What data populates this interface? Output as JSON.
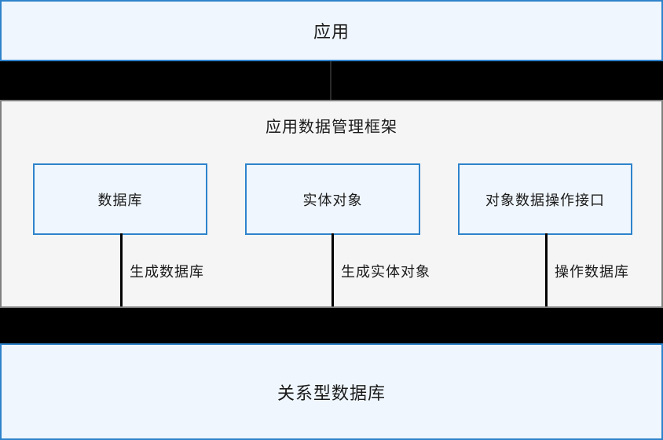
{
  "diagram": {
    "type": "layered-architecture-diagram",
    "colors": {
      "box_border_blue": "#2e83cb",
      "box_fill_blue": "#eff6fd",
      "panel_border_gray": "#808080",
      "panel_fill_gray": "#f5f5f5",
      "band_black": "#000000",
      "connector_black": "#000000",
      "text": "#1a1a1a"
    },
    "layers": {
      "application": {
        "title": "应用"
      },
      "framework": {
        "title": "应用数据管理框架",
        "components": [
          {
            "label": "数据库"
          },
          {
            "label": "实体对象"
          },
          {
            "label": "对象数据操作接口"
          }
        ],
        "connectors": [
          {
            "label": "生成数据库"
          },
          {
            "label": "生成实体对象"
          },
          {
            "label": "操作数据库"
          }
        ]
      },
      "database": {
        "title": "关系型数据库"
      }
    }
  }
}
